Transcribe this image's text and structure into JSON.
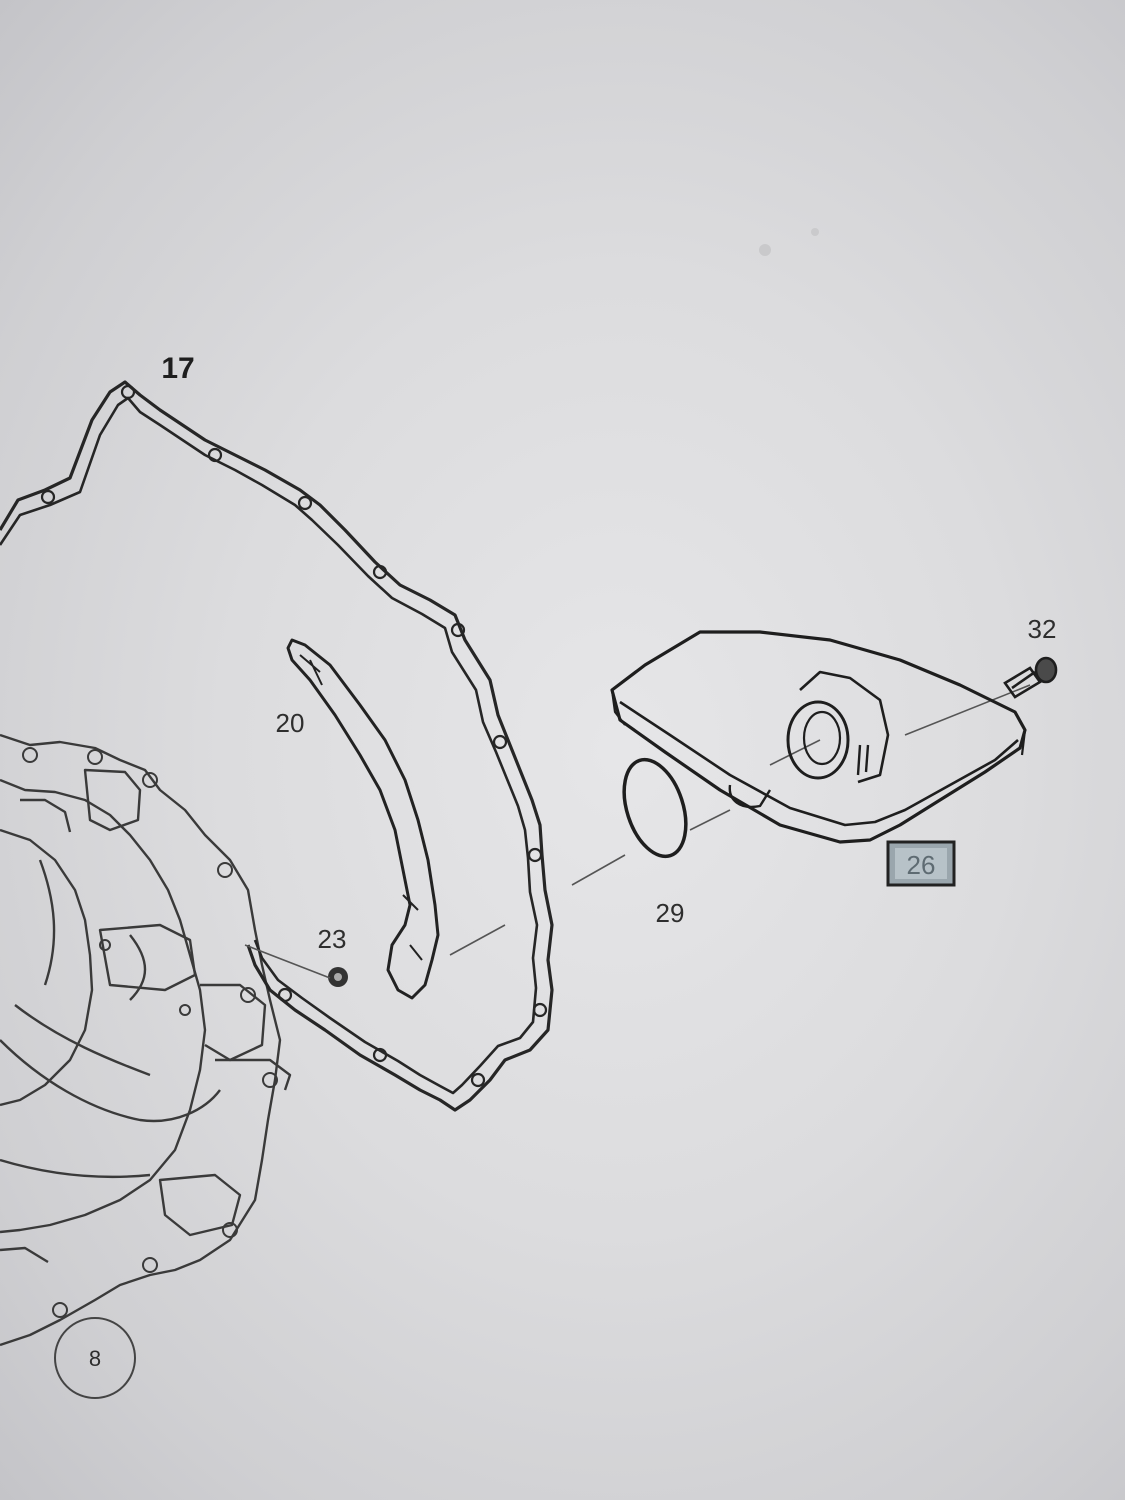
{
  "callouts": {
    "c17": "17",
    "c20": "20",
    "c23": "23",
    "c29": "29",
    "c32": "32",
    "c26": "26",
    "c8": "8"
  },
  "highlighted_callout": "26",
  "colors": {
    "line": "#2b2b2b",
    "highlight_fill": "#9aa6ad",
    "highlight_border": "#222222"
  }
}
